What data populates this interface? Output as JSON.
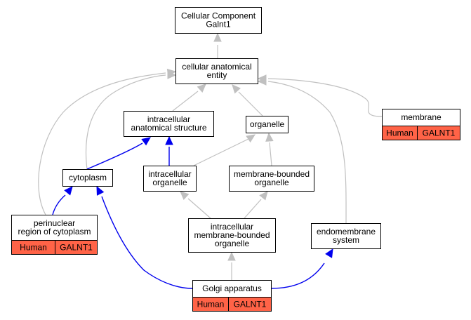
{
  "nodes": {
    "root": {
      "lines": [
        "Cellular Component",
        "Galnt1"
      ]
    },
    "cae": {
      "lines": [
        "cellular anatomical",
        "entity"
      ]
    },
    "ias": {
      "lines": [
        "intracellular",
        "anatomical structure"
      ]
    },
    "organelle": {
      "lines": [
        "organelle"
      ]
    },
    "membrane": {
      "lines": [
        "membrane"
      ],
      "annotation": [
        "Human",
        "GALNT1"
      ]
    },
    "cytoplasm": {
      "lines": [
        "cytoplasm"
      ]
    },
    "io": {
      "lines": [
        "intracellular",
        "organelle"
      ]
    },
    "mbo": {
      "lines": [
        "membrane-bounded",
        "organelle"
      ]
    },
    "prc": {
      "lines": [
        "perinuclear",
        "region of cytoplasm"
      ],
      "annotation": [
        "Human",
        "GALNT1"
      ]
    },
    "imbo": {
      "lines": [
        "intracellular",
        "membrane-bounded",
        "organelle"
      ]
    },
    "es": {
      "lines": [
        "endomembrane",
        "system"
      ]
    },
    "golgi": {
      "lines": [
        "Golgi apparatus"
      ],
      "annotation": [
        "Human",
        "GALNT1"
      ]
    }
  },
  "edges": [
    {
      "from": "cae",
      "to": "root",
      "kind": "gray"
    },
    {
      "from": "ias",
      "to": "cae",
      "kind": "gray"
    },
    {
      "from": "organelle",
      "to": "cae",
      "kind": "gray"
    },
    {
      "from": "membrane",
      "to": "cae",
      "kind": "gray"
    },
    {
      "from": "cytoplasm",
      "to": "cae",
      "kind": "gray"
    },
    {
      "from": "prc",
      "to": "cae",
      "kind": "gray"
    },
    {
      "from": "es",
      "to": "cae",
      "kind": "gray"
    },
    {
      "from": "io",
      "to": "organelle",
      "kind": "gray"
    },
    {
      "from": "mbo",
      "to": "organelle",
      "kind": "gray"
    },
    {
      "from": "imbo",
      "to": "io",
      "kind": "gray"
    },
    {
      "from": "imbo",
      "to": "mbo",
      "kind": "gray"
    },
    {
      "from": "golgi",
      "to": "imbo",
      "kind": "gray"
    },
    {
      "from": "cytoplasm",
      "to": "ias",
      "kind": "blue"
    },
    {
      "from": "io",
      "to": "ias",
      "kind": "blue"
    },
    {
      "from": "prc",
      "to": "cytoplasm",
      "kind": "blue"
    },
    {
      "from": "golgi",
      "to": "cytoplasm",
      "kind": "blue"
    },
    {
      "from": "golgi",
      "to": "es",
      "kind": "blue"
    }
  ],
  "colors": {
    "annotation_fill": "#ff6347",
    "is_a_edge": "#c0c0c0",
    "part_of_edge": "#0000ee"
  }
}
